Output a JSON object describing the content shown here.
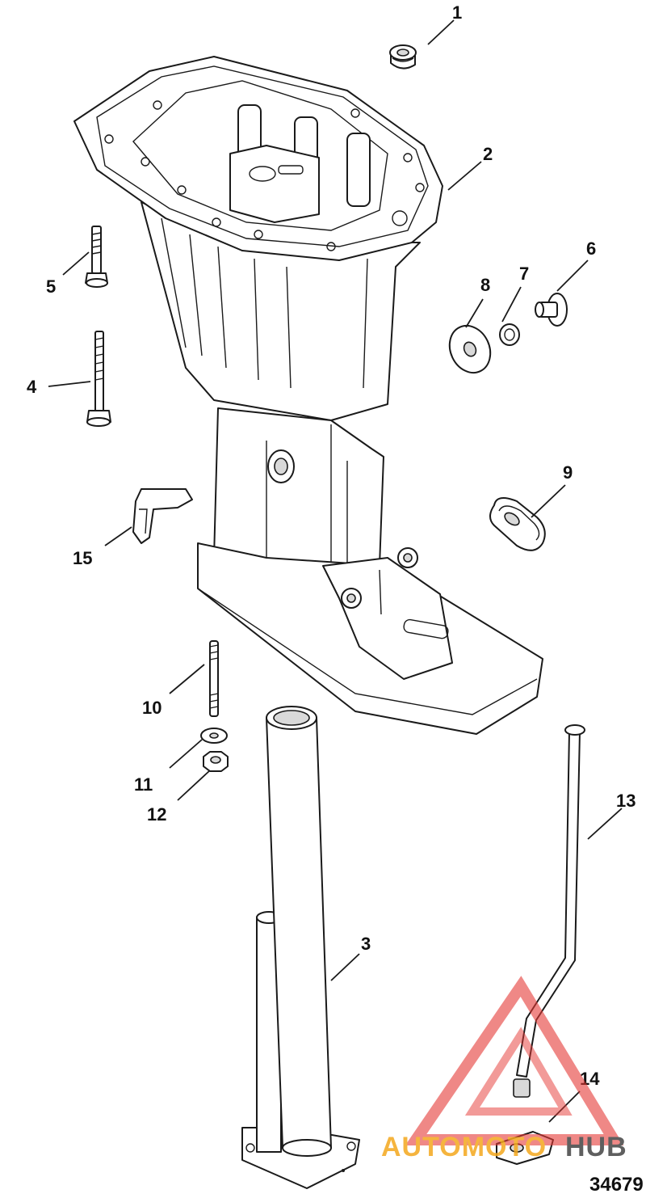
{
  "figure_number": "34679",
  "callouts": [
    "1",
    "2",
    "3",
    "4",
    "5",
    "6",
    "7",
    "8",
    "9",
    "10",
    "11",
    "12",
    "13",
    "14",
    "15"
  ],
  "watermark": {
    "brand_a": "AUTOMOTO",
    "brand_b": "HUB",
    "color_triangle": "#e53935",
    "color_text_a": "#f4a81d",
    "color_text_b": "#444444"
  }
}
